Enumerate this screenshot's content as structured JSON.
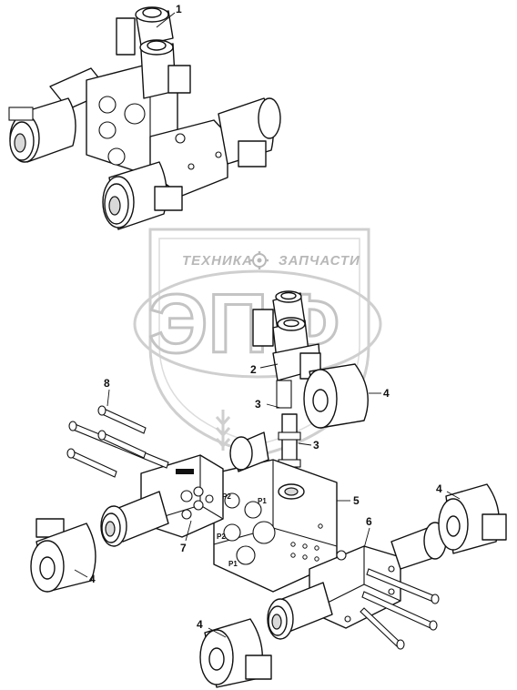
{
  "watermark": {
    "brand_left": "ТЕХНИКА",
    "brand_right": "ЗАПЧАСТИ",
    "logo_letters": "ЭПФ"
  },
  "callouts": [
    "1",
    "2",
    "3",
    "3",
    "4",
    "4",
    "4",
    "4",
    "5",
    "6",
    "7",
    "8"
  ],
  "ports": {
    "p2_top": "P2",
    "p2_bottom": "P2",
    "p1": "P1",
    "p1_bottom": "P1"
  },
  "colors": {
    "line": "#111111",
    "watermark": "#c4c4c4"
  }
}
